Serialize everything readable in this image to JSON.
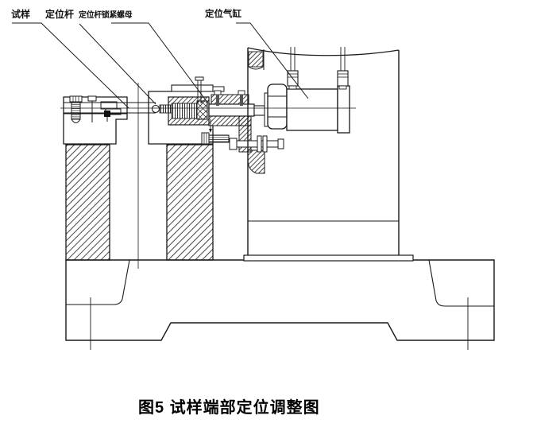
{
  "figure": {
    "labels": {
      "specimen": "试样",
      "positioning_rod": "定位杆",
      "rod_lock_nut": "定位杆锁紧螺母",
      "positioning_cylinder": "定位气缸"
    },
    "caption": "图5 试样端部定位调整图",
    "line_color": "#1a1a1a",
    "background_color": "#ffffff"
  }
}
